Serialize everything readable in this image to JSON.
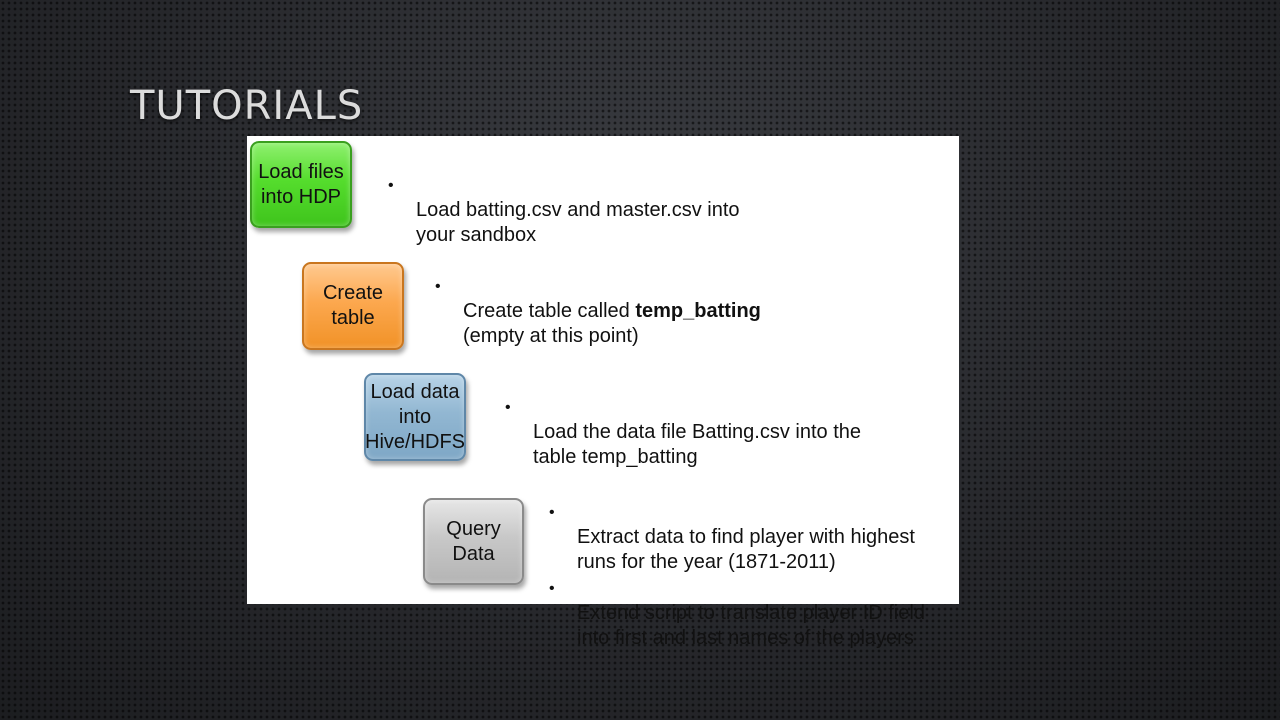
{
  "title": "TUTORIALS",
  "steps": [
    {
      "label": "Load files\ninto HDP",
      "bullets": [
        {
          "text": "Load batting.csv and master.csv into\nyour sandbox"
        }
      ]
    },
    {
      "label": "Create\ntable",
      "bullets": [
        {
          "text_before": "Create table called ",
          "text_bold": "temp_batting",
          "text_after": "\n(empty at this point)"
        }
      ]
    },
    {
      "label": "Load data\ninto\nHive/HDFS",
      "bullets": [
        {
          "text": "Load the data file Batting.csv into the\ntable temp_batting"
        }
      ]
    },
    {
      "label": "Query\nData",
      "bullets": [
        {
          "text": "Extract data to find player with highest\nruns for the year (1871-2011)"
        },
        {
          "text": "Extend script to translate player ID field\ninto first and last names of the players"
        }
      ]
    }
  ],
  "colors": {
    "step1": "#55dd2d",
    "step2": "#fca84f",
    "step3": "#92b7d2",
    "step4": "#c8c8c8"
  }
}
